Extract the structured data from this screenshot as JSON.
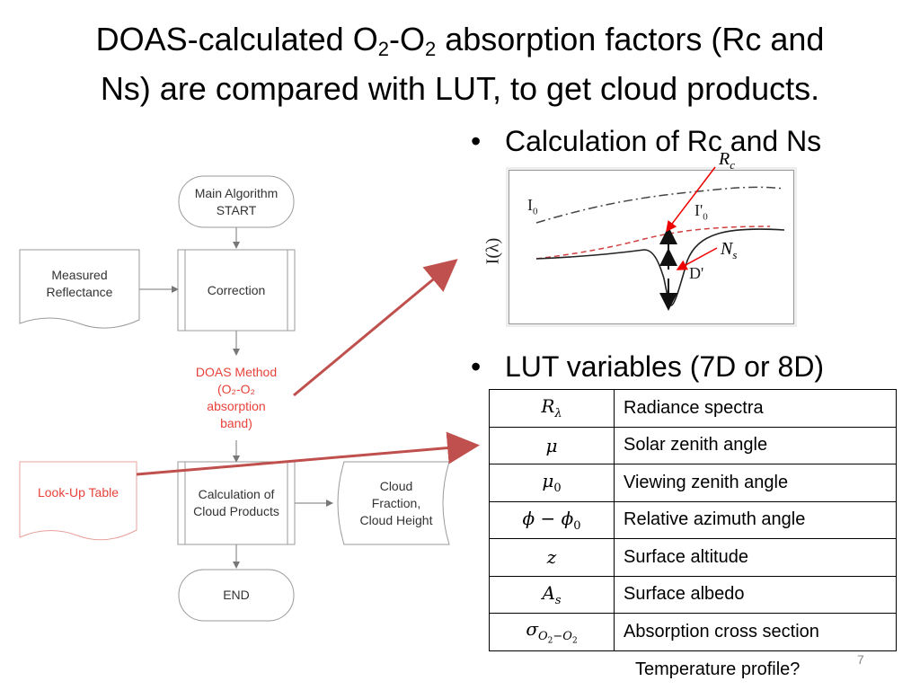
{
  "title": {
    "line1_a": "DOAS-calculated O",
    "line1_sub1": "2",
    "line1_b": "-O",
    "line1_sub2": "2",
    "line1_c": " absorption factors (Rc and",
    "line2": "Ns) are compared with LUT, to get cloud products."
  },
  "bullets": {
    "dot": "•",
    "calc": "Calculation of Rc and Ns",
    "lut": "LUT variables (7D or 8D)"
  },
  "flowchart": {
    "start": [
      "Main Algorithm",
      "START"
    ],
    "measured": [
      "Measured",
      "Reflectance"
    ],
    "correction": "Correction",
    "doas": [
      "DOAS Method",
      "(O₂-O₂",
      "absorption",
      "band)"
    ],
    "lut": "Look-Up Table",
    "calc": [
      "Calculation of",
      "Cloud Products"
    ],
    "output": [
      "Cloud",
      "Fraction,",
      "Cloud Height"
    ],
    "end": "END"
  },
  "figure": {
    "rc_label": "R",
    "rc_sub": "c",
    "ns_label": "N",
    "ns_sub": "s",
    "i0": "I",
    "i0_sub": "0",
    "i0p": "I'",
    "i0p_sub": "0",
    "d": "D'",
    "yaxis": "I(λ)"
  },
  "lut_table": [
    {
      "symbol": "Rλ",
      "desc": "Radiance spectra"
    },
    {
      "symbol": "μ",
      "desc": "Solar zenith angle"
    },
    {
      "symbol": "μ0",
      "desc": "Viewing zenith angle"
    },
    {
      "symbol": "ϕ − ϕ0",
      "desc": "Relative azimuth angle"
    },
    {
      "symbol": "z",
      "desc": "Surface altitude"
    },
    {
      "symbol": "As",
      "desc": "Surface albedo"
    },
    {
      "symbol": "σO2−O2",
      "desc": "Absorption cross section"
    }
  ],
  "extra_row": "Temperature profile?",
  "page_number": "7",
  "colors": {
    "accent_red": "#e8423a",
    "arrow_red": "#c0504d",
    "flow_stroke": "#9a9a9a",
    "text_gray": "#333333"
  }
}
